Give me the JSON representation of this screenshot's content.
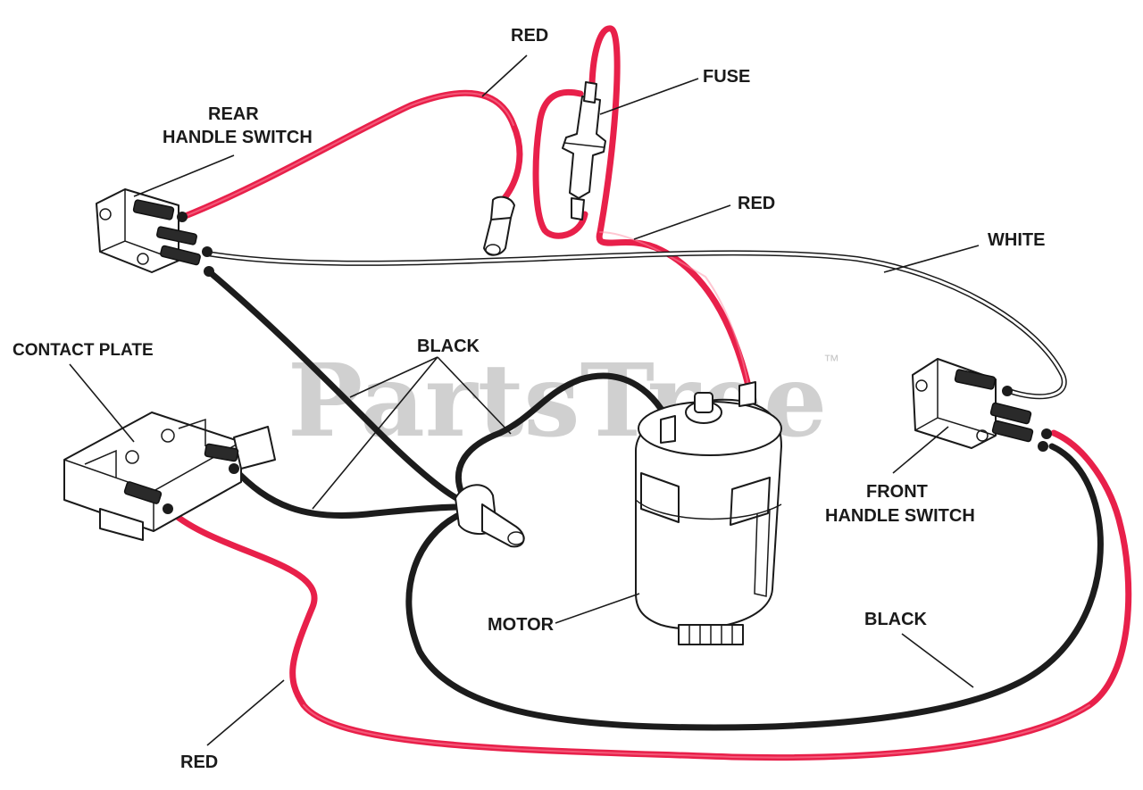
{
  "watermark": {
    "text": "PartsTree",
    "trademark": "™"
  },
  "labels": {
    "red_top": "RED",
    "fuse": "FUSE",
    "rear_switch_line1": "REAR",
    "rear_switch_line2": "HANDLE SWITCH",
    "red_mid": "RED",
    "white": "WHITE",
    "contact_plate": "CONTACT PLATE",
    "black_top": "BLACK",
    "front_switch_line1": "FRONT",
    "front_switch_line2": "HANDLE SWITCH",
    "motor": "MOTOR",
    "black_right": "BLACK",
    "red_bottom": "RED"
  },
  "colors": {
    "red_wire": "#e8204a",
    "black_wire": "#1c1c1c",
    "white_wire": "#ffffff",
    "watermark": "#d0d0d0"
  }
}
